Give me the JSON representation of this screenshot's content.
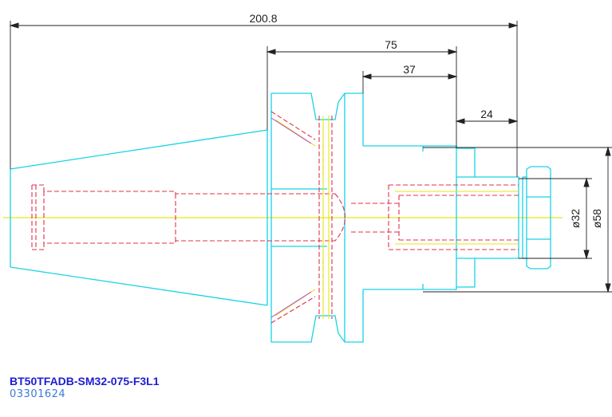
{
  "drawing": {
    "dimensions": {
      "overall_length": "200.8",
      "gauge_to_face": "75",
      "flange_to_face": "37",
      "nose_length": "24",
      "diameter_inner": "ø32",
      "diameter_outer": "ø58"
    },
    "colors": {
      "outline": "#17d3e6",
      "hidden": "#e0304a",
      "centerline": "#e6e617",
      "dimension": "#222222",
      "purple": "#b44bd6"
    }
  },
  "title_block": {
    "part_number": "BT50TFADB-SM32-075-F3L1",
    "code": "03301624"
  }
}
